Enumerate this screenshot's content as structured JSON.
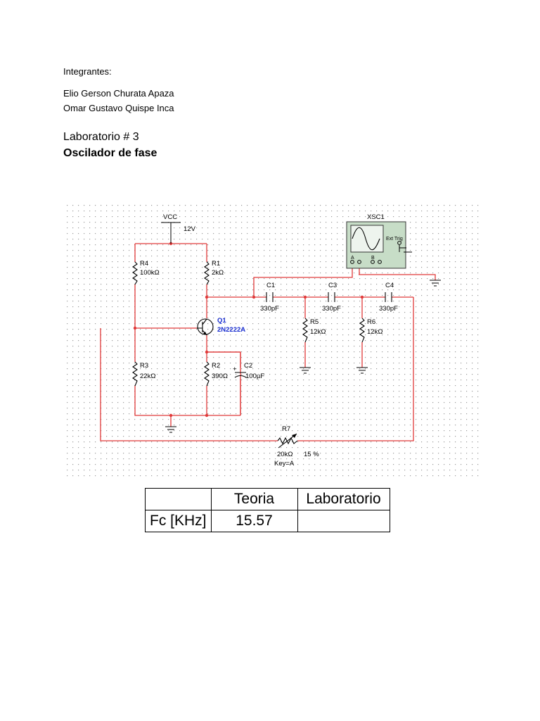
{
  "header": {
    "integrantes_label": "Integrantes:",
    "members": [
      "Elio Gerson Churata Apaza",
      "Omar Gustavo Quispe Inca"
    ],
    "lab_number": "Laboratorio # 3",
    "lab_title": "Oscilador de fase"
  },
  "schematic": {
    "vcc": {
      "name": "VCC",
      "value": "12V"
    },
    "r4": {
      "name": "R4",
      "value": "100kΩ"
    },
    "r1": {
      "name": "R1",
      "value": "2kΩ"
    },
    "r3": {
      "name": "R3",
      "value": "22kΩ"
    },
    "r2": {
      "name": "R2",
      "value": "390Ω"
    },
    "c2": {
      "name": "C2",
      "value": "100µF",
      "polarity": "+"
    },
    "q1": {
      "name": "Q1",
      "value": "2N2222A"
    },
    "c1": {
      "name": "C1",
      "value": "330pF"
    },
    "c3": {
      "name": "C3",
      "value": "330pF"
    },
    "c4": {
      "name": "C4",
      "value": "330pF"
    },
    "r5": {
      "name": "R5",
      "value": "12kΩ"
    },
    "r6": {
      "name": "R6",
      "value": "12kΩ"
    },
    "r7": {
      "name": "R7",
      "value": "20kΩ",
      "percent": "15 %",
      "key": "Key=A"
    },
    "xsc1": {
      "name": "XSC1",
      "ext_trig": "Ext Trig",
      "ch_a": "A",
      "ch_b": "B"
    },
    "wire_color": "#e03a3a",
    "transistor_color": "#1a2fd0"
  },
  "table": {
    "headers": [
      "",
      "Teoria",
      "Laboratorio"
    ],
    "rows": [
      [
        "Fc [KHz]",
        "15.57",
        ""
      ]
    ]
  }
}
